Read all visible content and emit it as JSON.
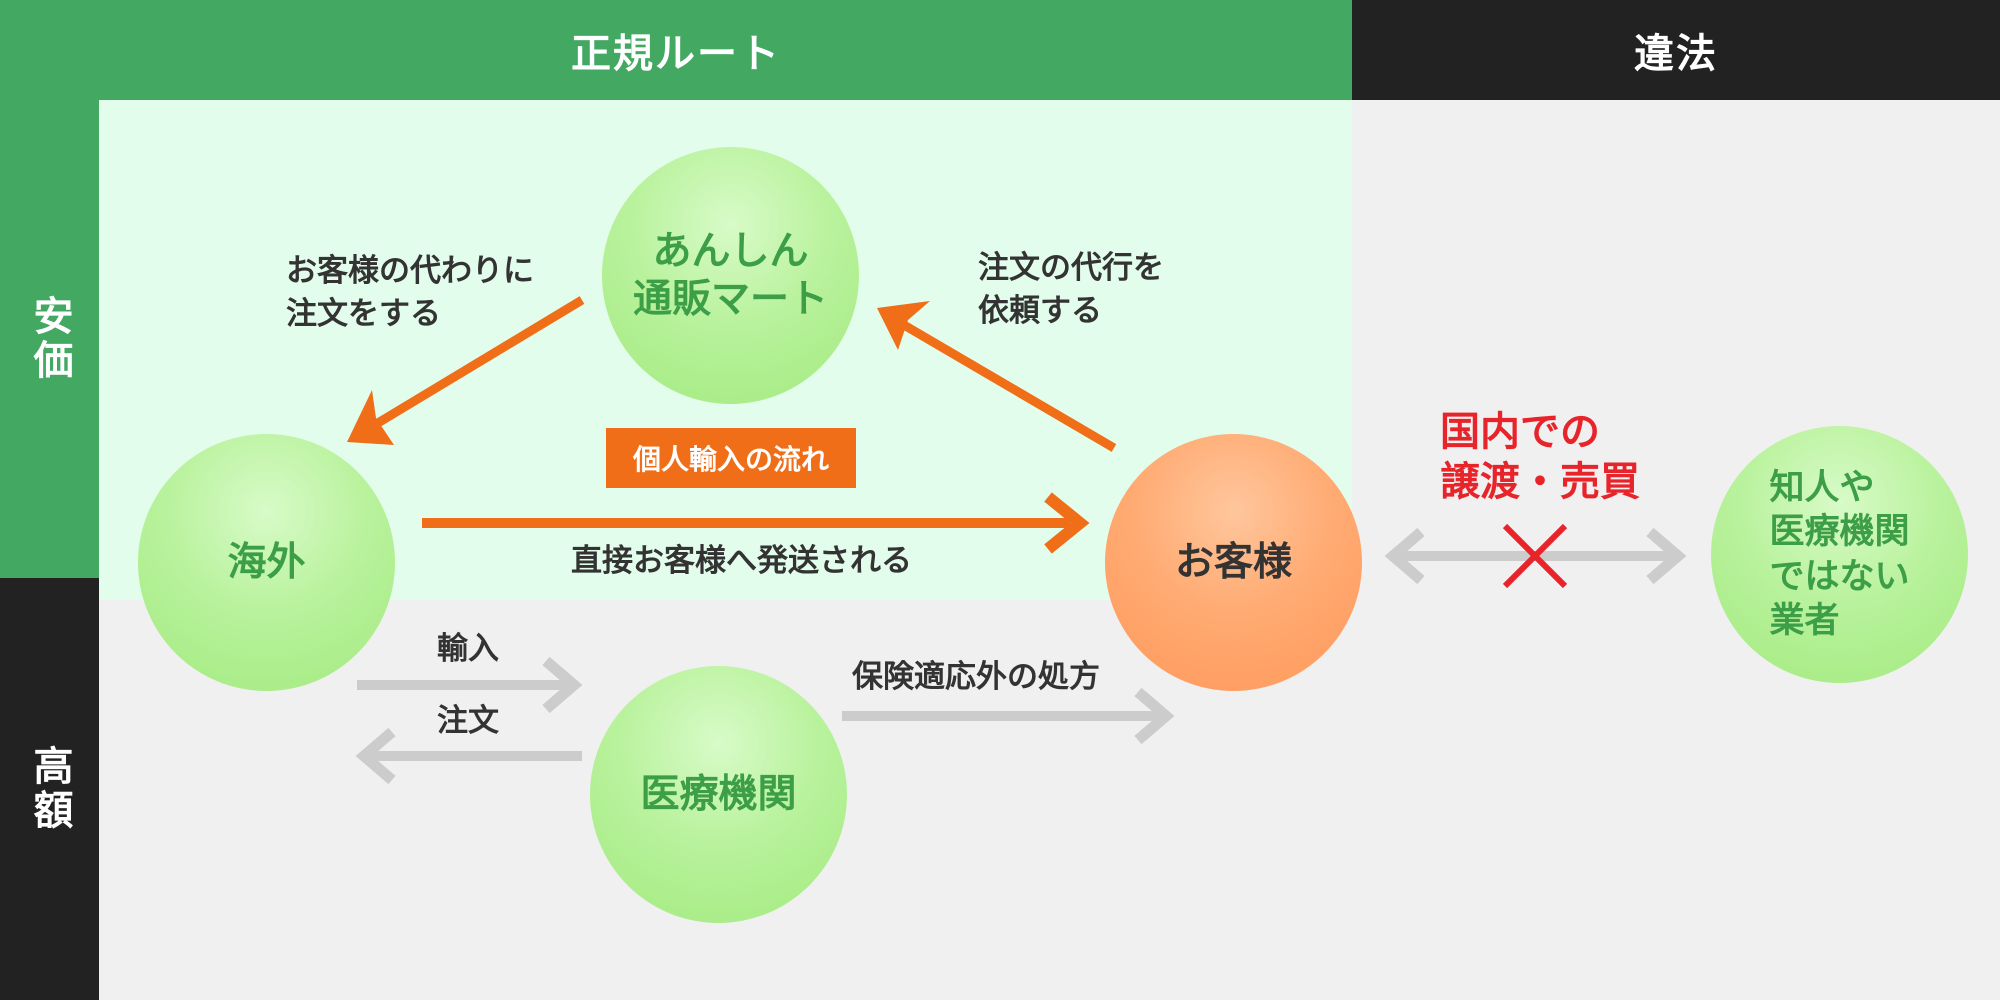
{
  "header": {
    "legal_route": "正規ルート",
    "illegal": "違法"
  },
  "side": {
    "cheap": "安価",
    "expensive": "高額"
  },
  "nodes": {
    "service": "あんしん\n通販マート",
    "overseas": "海外",
    "customer": "お客様",
    "medical": "医療機関",
    "acquaintance": "知人や\n医療機関\nではない\n業者"
  },
  "labels": {
    "order_on_behalf": "お客様の代わりに\n注文をする",
    "request_proxy": "注文の代行を\n依頼する",
    "flow_badge": "個人輸入の流れ",
    "direct_ship": "直接お客様へ発送される",
    "import": "輸入",
    "order": "注文",
    "uninsured_rx": "保険適応外の処方",
    "domestic_transfer": "国内での\n譲渡・売買"
  },
  "colors": {
    "green_header": "#43a862",
    "dark": "#222222",
    "light_green_bg": "#e3fdec",
    "gray_bg": "#f0f0f0",
    "orange_arrow": "#f06e17",
    "gray_arrow": "#cccccc",
    "red_cross": "#e8242b"
  }
}
